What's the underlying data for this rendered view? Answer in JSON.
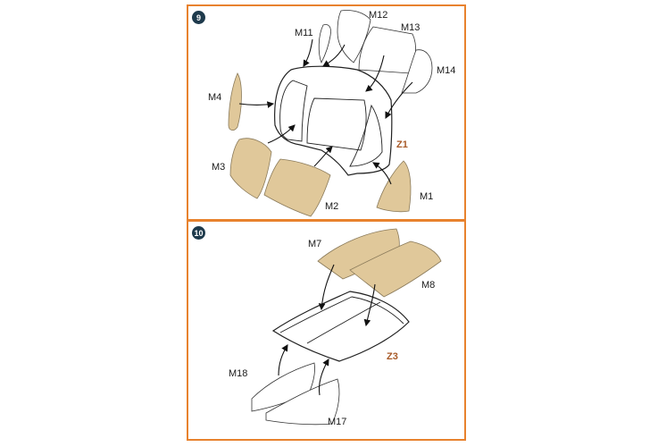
{
  "steps": [
    {
      "number": "9",
      "subassembly": "Z1",
      "parts": [
        {
          "id": "M1",
          "label": "M1"
        },
        {
          "id": "M2",
          "label": "M2"
        },
        {
          "id": "M3",
          "label": "M3"
        },
        {
          "id": "M4",
          "label": "M4"
        },
        {
          "id": "M11",
          "label": "M11"
        },
        {
          "id": "M12",
          "label": "M12"
        },
        {
          "id": "M13",
          "label": "M13"
        },
        {
          "id": "M14",
          "label": "M14"
        }
      ]
    },
    {
      "number": "10",
      "subassembly": "Z3",
      "parts": [
        {
          "id": "M7",
          "label": "M7"
        },
        {
          "id": "M8",
          "label": "M8"
        },
        {
          "id": "M17",
          "label": "M17"
        },
        {
          "id": "M18",
          "label": "M18"
        }
      ]
    }
  ],
  "colors": {
    "frame_border": "#e8822e",
    "badge": "#1e3a4c",
    "mask_tan": "#e0c89a",
    "subassembly_label": "#a85a28"
  }
}
